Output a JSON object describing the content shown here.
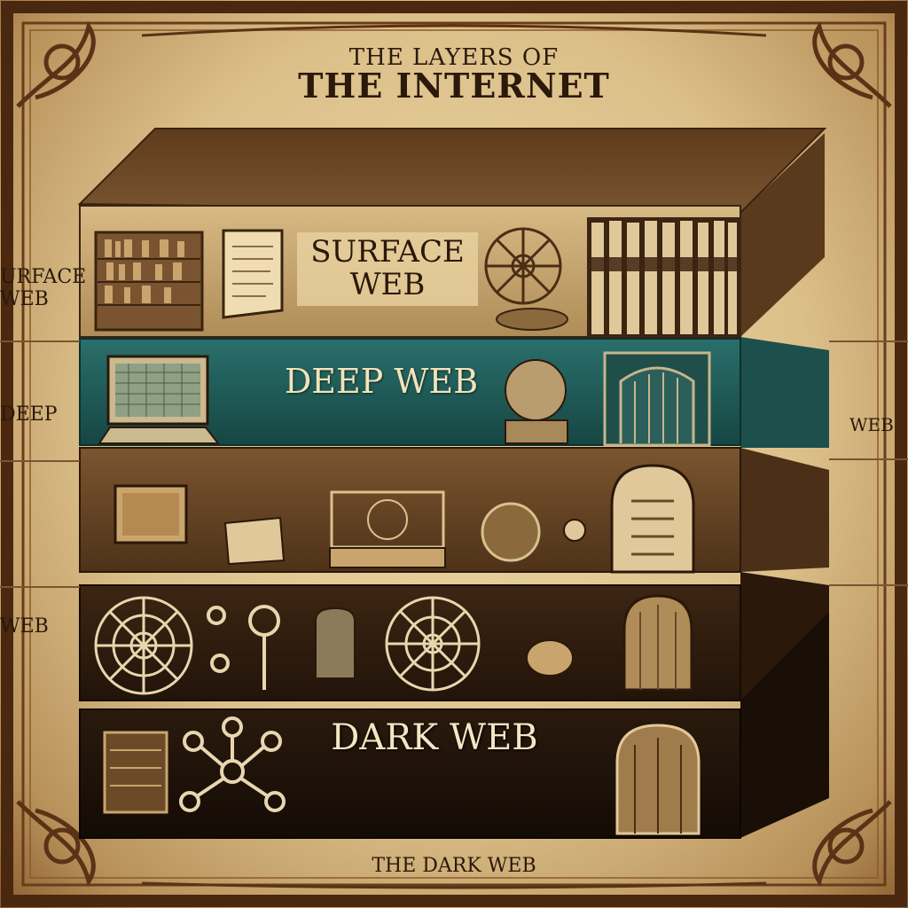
{
  "title": {
    "line1": "THE LAYERS OF",
    "line2": "THE INTERNET"
  },
  "layers": {
    "surface": {
      "label": "SURFACE WEB"
    },
    "deep": {
      "label": "DEEP WEB"
    },
    "dark": {
      "label": "DARK WEB"
    }
  },
  "side_labels": {
    "left_surface": "URFACE WEB",
    "left_deep": "DEEP",
    "left_web": "WEB",
    "right_web": "WEB"
  },
  "footer": "THE DARK WEB",
  "colors": {
    "parchment": "#e3cb97",
    "frame": "#5a3216",
    "surface_soil": "#6b4a27",
    "deep_teal": "#1e5a58",
    "dark_soil": "#2a1a0d",
    "ink": "#2a180a"
  },
  "icons": [
    "bookshelf-icon",
    "scroll-icon",
    "compass-wheel-icon",
    "books-icon",
    "computer-screen-icon",
    "globe-icon",
    "gate-icon",
    "map-frame-icon",
    "document-icon",
    "arch-door-icon",
    "web-icon",
    "key-icon",
    "tombstone-icon",
    "wooden-door-icon",
    "network-node-icon",
    "chest-icon"
  ]
}
